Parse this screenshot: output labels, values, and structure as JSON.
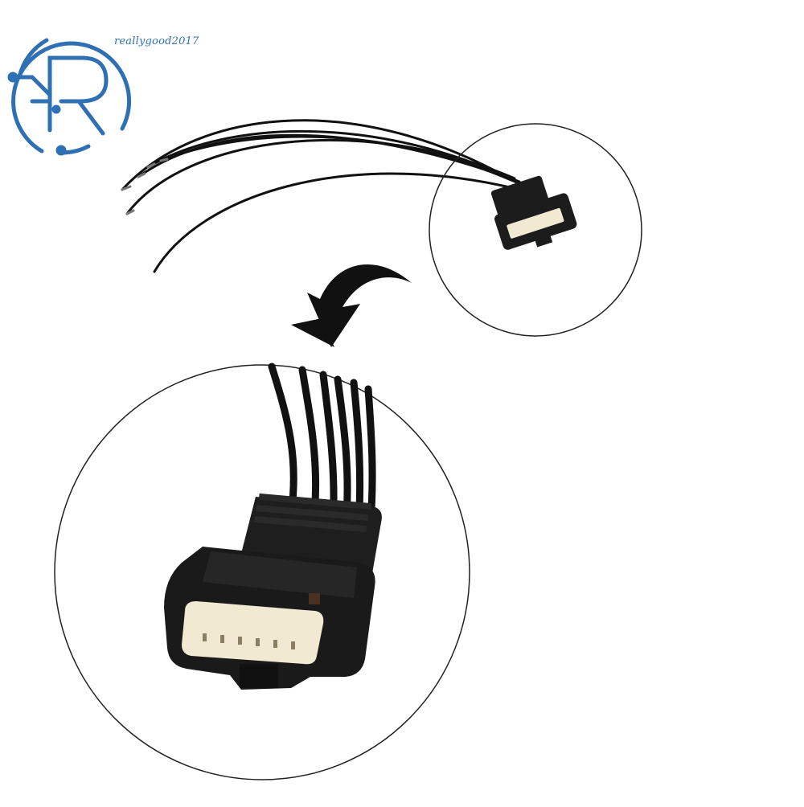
{
  "watermark": {
    "text": "reallygood2017",
    "logo_letter": "R",
    "color": "#2f6fb3"
  },
  "product": {
    "wire_count": 6,
    "pin_count": 6,
    "housing_color": "#1c1c1c",
    "insert_color": "#f1e9d2",
    "wire_color": "#111111"
  },
  "icons": {
    "arrow": "curved-arrow-down-left-icon",
    "logo": "r-circuit-logo-icon"
  }
}
